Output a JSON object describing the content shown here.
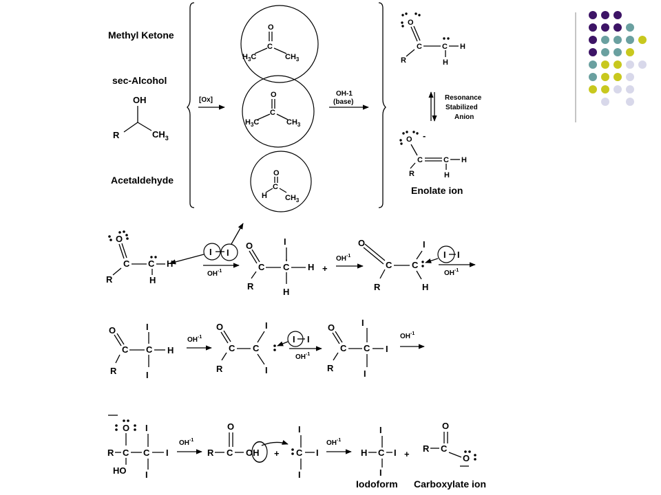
{
  "labels": {
    "methyl_ketone": "Methyl Ketone",
    "sec_alcohol": "sec-Alcohol",
    "acetaldehyde": "Acetaldehyde",
    "oxidation": "[Ox]",
    "oh_base_1": "OH-1",
    "oh_base_2": "(base)",
    "resonance_1": "Resonance",
    "resonance_2": "Stabilized",
    "resonance_3": "Anion",
    "enolate_ion": "Enolate ion",
    "iodoform": "Iodoform",
    "carboxylate_ion": "Carboxylate ion"
  },
  "reagent": {
    "oh": "OH",
    "exp": "-1"
  },
  "atoms": {
    "o": "O",
    "c": "C",
    "h": "H",
    "i": "I",
    "r": "R",
    "oh": "OH",
    "ho": "HO",
    "ch3": "CH",
    "h3c": "H",
    "sub3": "3",
    "plus": "+",
    "minus": "-"
  },
  "decor": {
    "dot_colors": [
      "#3d1466",
      "#6aa0a0",
      "#c8c81e",
      "#d8d8ea"
    ],
    "grid": [
      [
        0,
        0,
        0,
        -1,
        -1
      ],
      [
        0,
        0,
        0,
        1,
        -1
      ],
      [
        0,
        1,
        1,
        1,
        2
      ],
      [
        0,
        1,
        1,
        2,
        -1
      ],
      [
        1,
        2,
        2,
        3,
        3
      ],
      [
        1,
        2,
        2,
        3,
        -1
      ],
      [
        2,
        2,
        3,
        3,
        -1
      ],
      [
        -1,
        3,
        -1,
        3,
        -1
      ]
    ]
  }
}
